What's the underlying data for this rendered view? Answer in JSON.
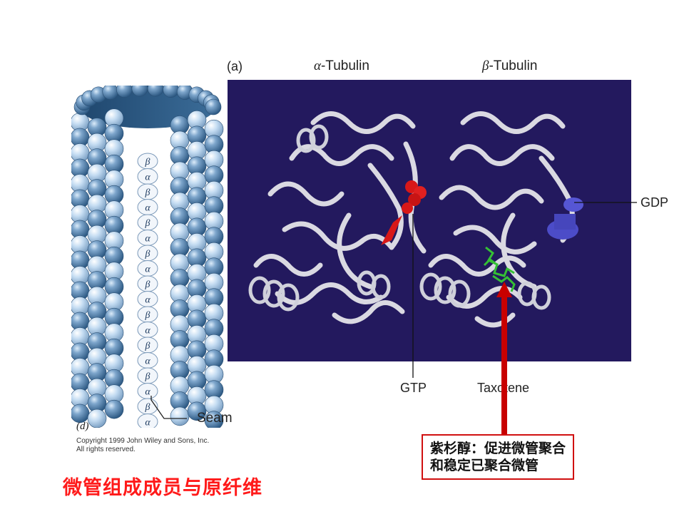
{
  "panel_a": {
    "label": "(a)",
    "alpha_title_symbol": "α",
    "alpha_title_text": "-Tubulin",
    "beta_title_symbol": "β",
    "beta_title_text": "-Tubulin",
    "callouts": {
      "gdp": "GDP",
      "gtp": "GTP",
      "taxotene": "Taxotene"
    },
    "colors": {
      "background": "#23195e",
      "gtp_marker": "#d81818",
      "gdp_marker": "#4c4cc8",
      "taxotene_marker": "#35c035",
      "ribbon": "#e4e4ea"
    }
  },
  "panel_d": {
    "label": "(d)",
    "seam_label": "Seam",
    "subunits": [
      "β",
      "α",
      "β",
      "α",
      "β",
      "α",
      "β",
      "α",
      "β",
      "α",
      "β",
      "α",
      "β",
      "α",
      "β",
      "α",
      "β",
      "α"
    ],
    "copyright_line1": "Copyright 1999 John Wiley and Sons, Inc.",
    "copyright_line2": "All rights reserved.",
    "colors": {
      "sphere_dark": "#3f6e9a",
      "sphere_light": "#a8c8e8",
      "lumen": "#2d5780"
    }
  },
  "note": {
    "line1": "紫杉醇：促进微管聚合",
    "line2": "和稳定已聚合微管",
    "border_color": "#d01010",
    "arrow_color": "#c80000"
  },
  "title": "微管组成成员与原纤维"
}
